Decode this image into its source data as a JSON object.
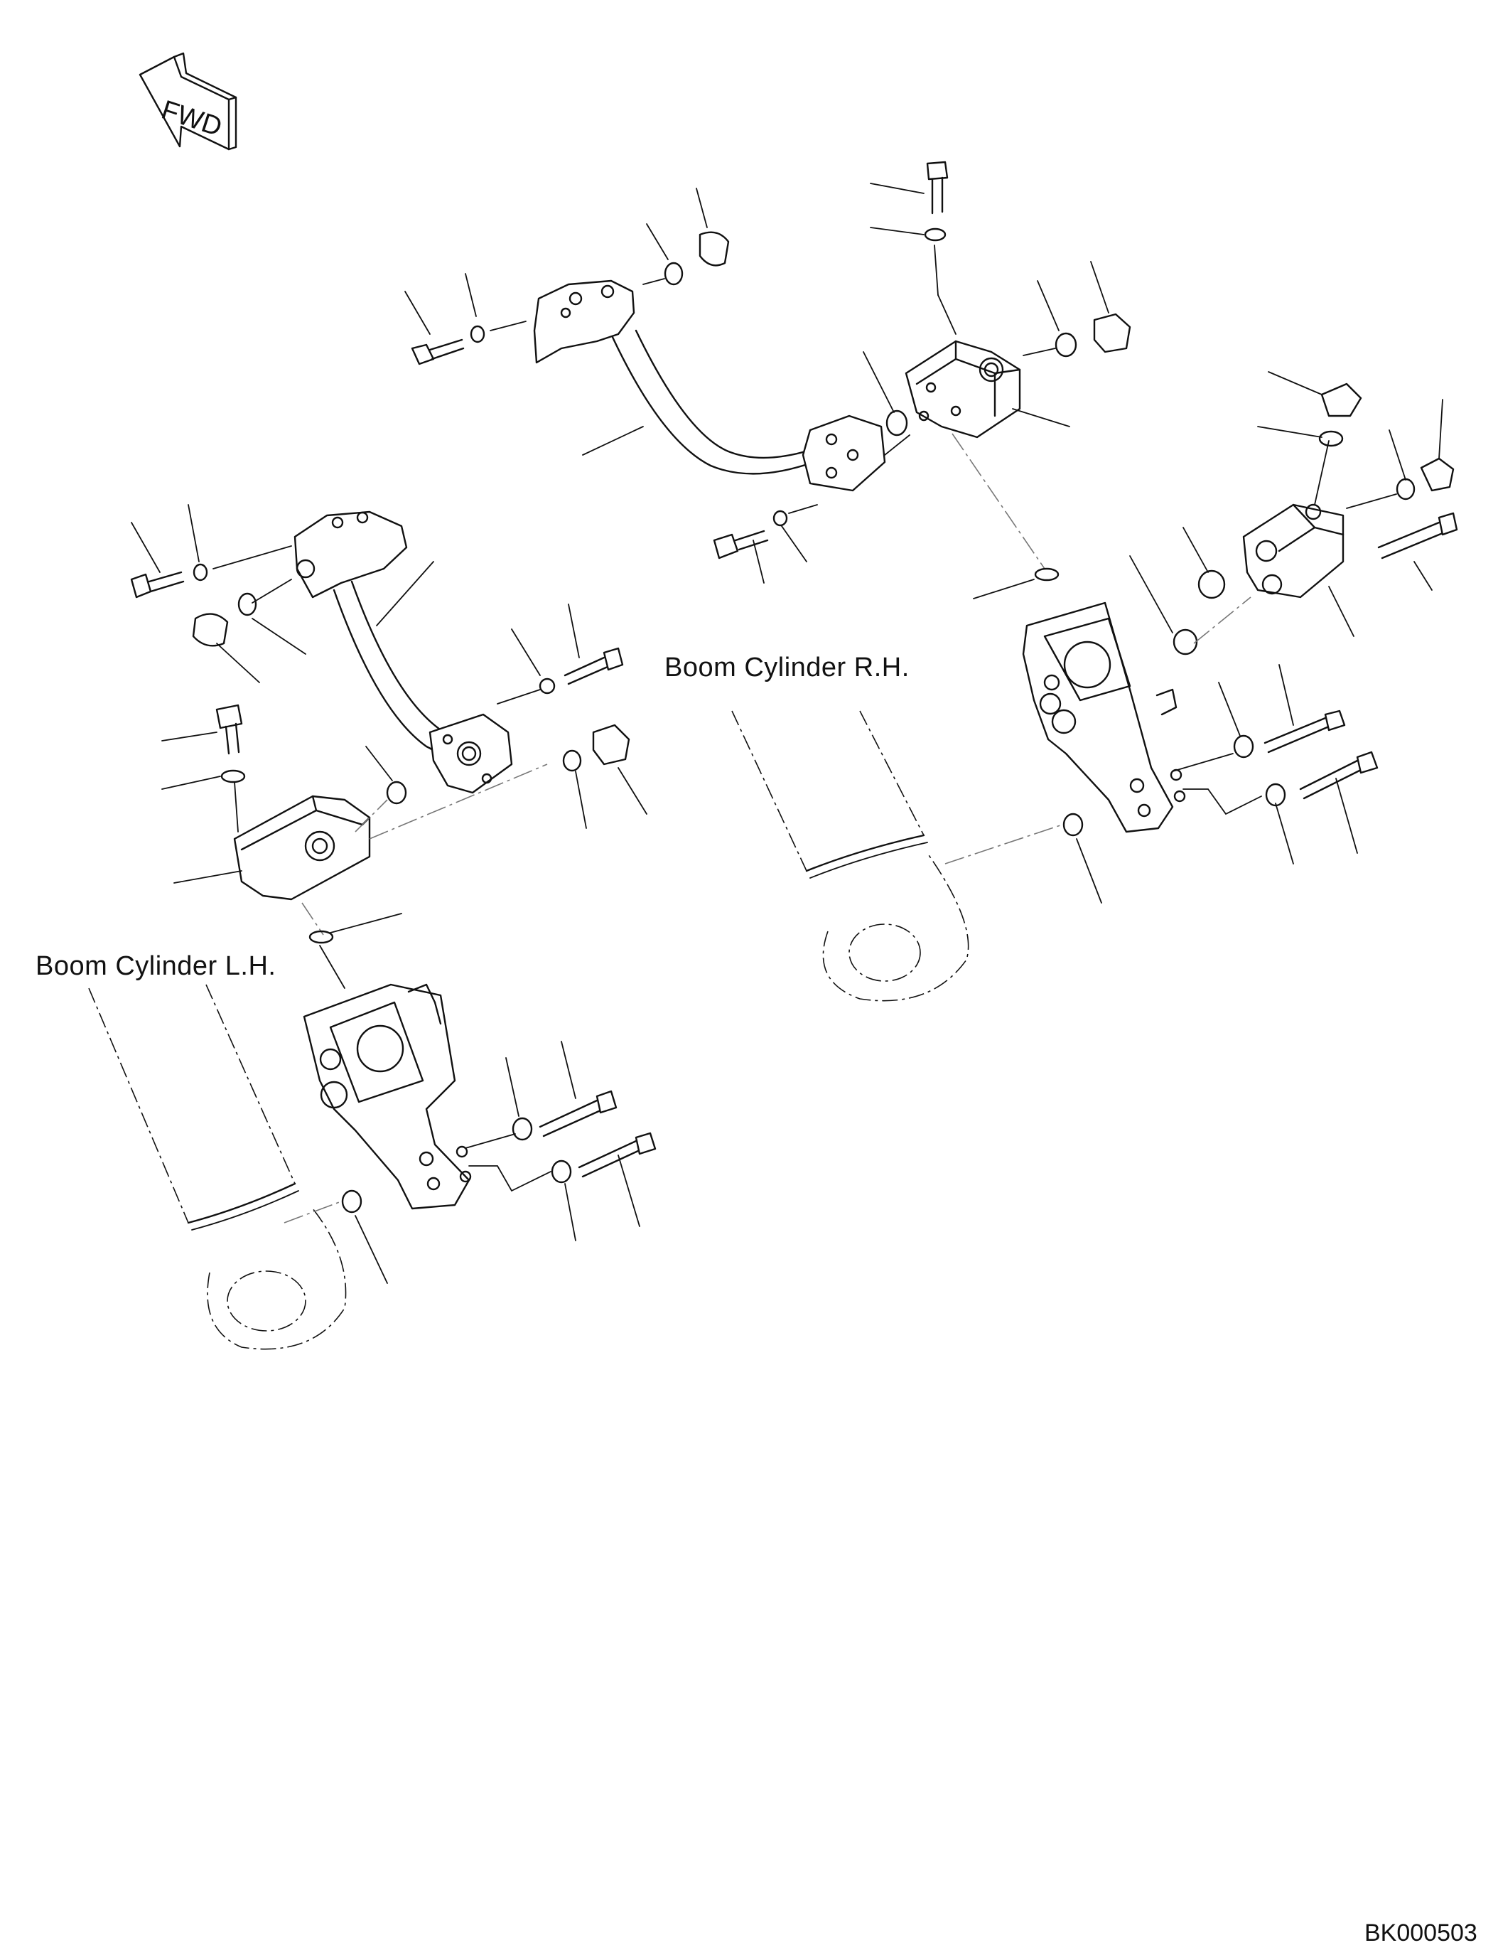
{
  "figure": {
    "orientation_marker": "FWD",
    "labels": {
      "boom_cylinder_rh": "Boom Cylinder R.H.",
      "boom_cylinder_lh": "Boom Cylinder L.H."
    },
    "drawing_code": "BK000503"
  },
  "icons": [
    "fwd-arrow-icon"
  ],
  "colors": {
    "line": "#111111",
    "background": "#ffffff",
    "centerline": "#777777"
  }
}
